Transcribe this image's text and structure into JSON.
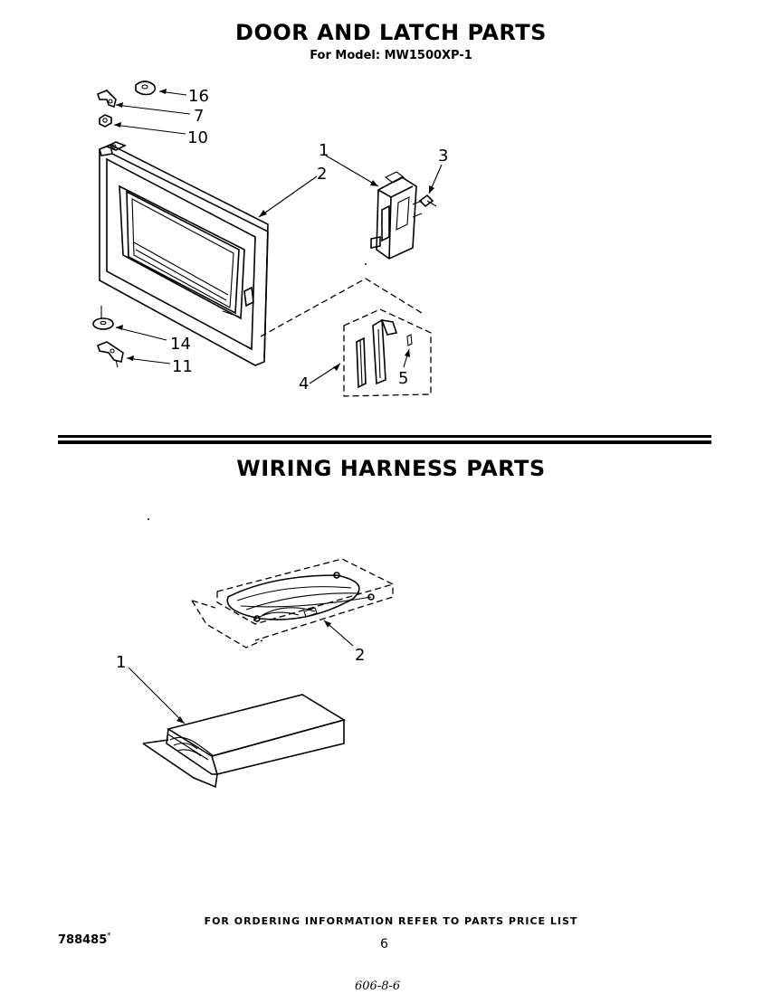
{
  "door_section": {
    "title": "DOOR AND LATCH PARTS",
    "subtitle": "For Model: MW1500XP-1",
    "callouts": {
      "c16": "16",
      "c7": "7",
      "c10": "10",
      "c1": "1",
      "c2": "2",
      "c3": "3",
      "c14": "14",
      "c11": "11",
      "c4": "4",
      "c5": "5"
    }
  },
  "wiring_section": {
    "title": "WIRING HARNESS PARTS",
    "callouts": {
      "c1": "1",
      "c2": "2"
    }
  },
  "footer": {
    "ordering_note": "FOR ORDERING INFORMATION REFER TO PARTS PRICE LIST",
    "doc_number": "788485",
    "page_number": "6",
    "handwritten_note": "606-8-6"
  }
}
